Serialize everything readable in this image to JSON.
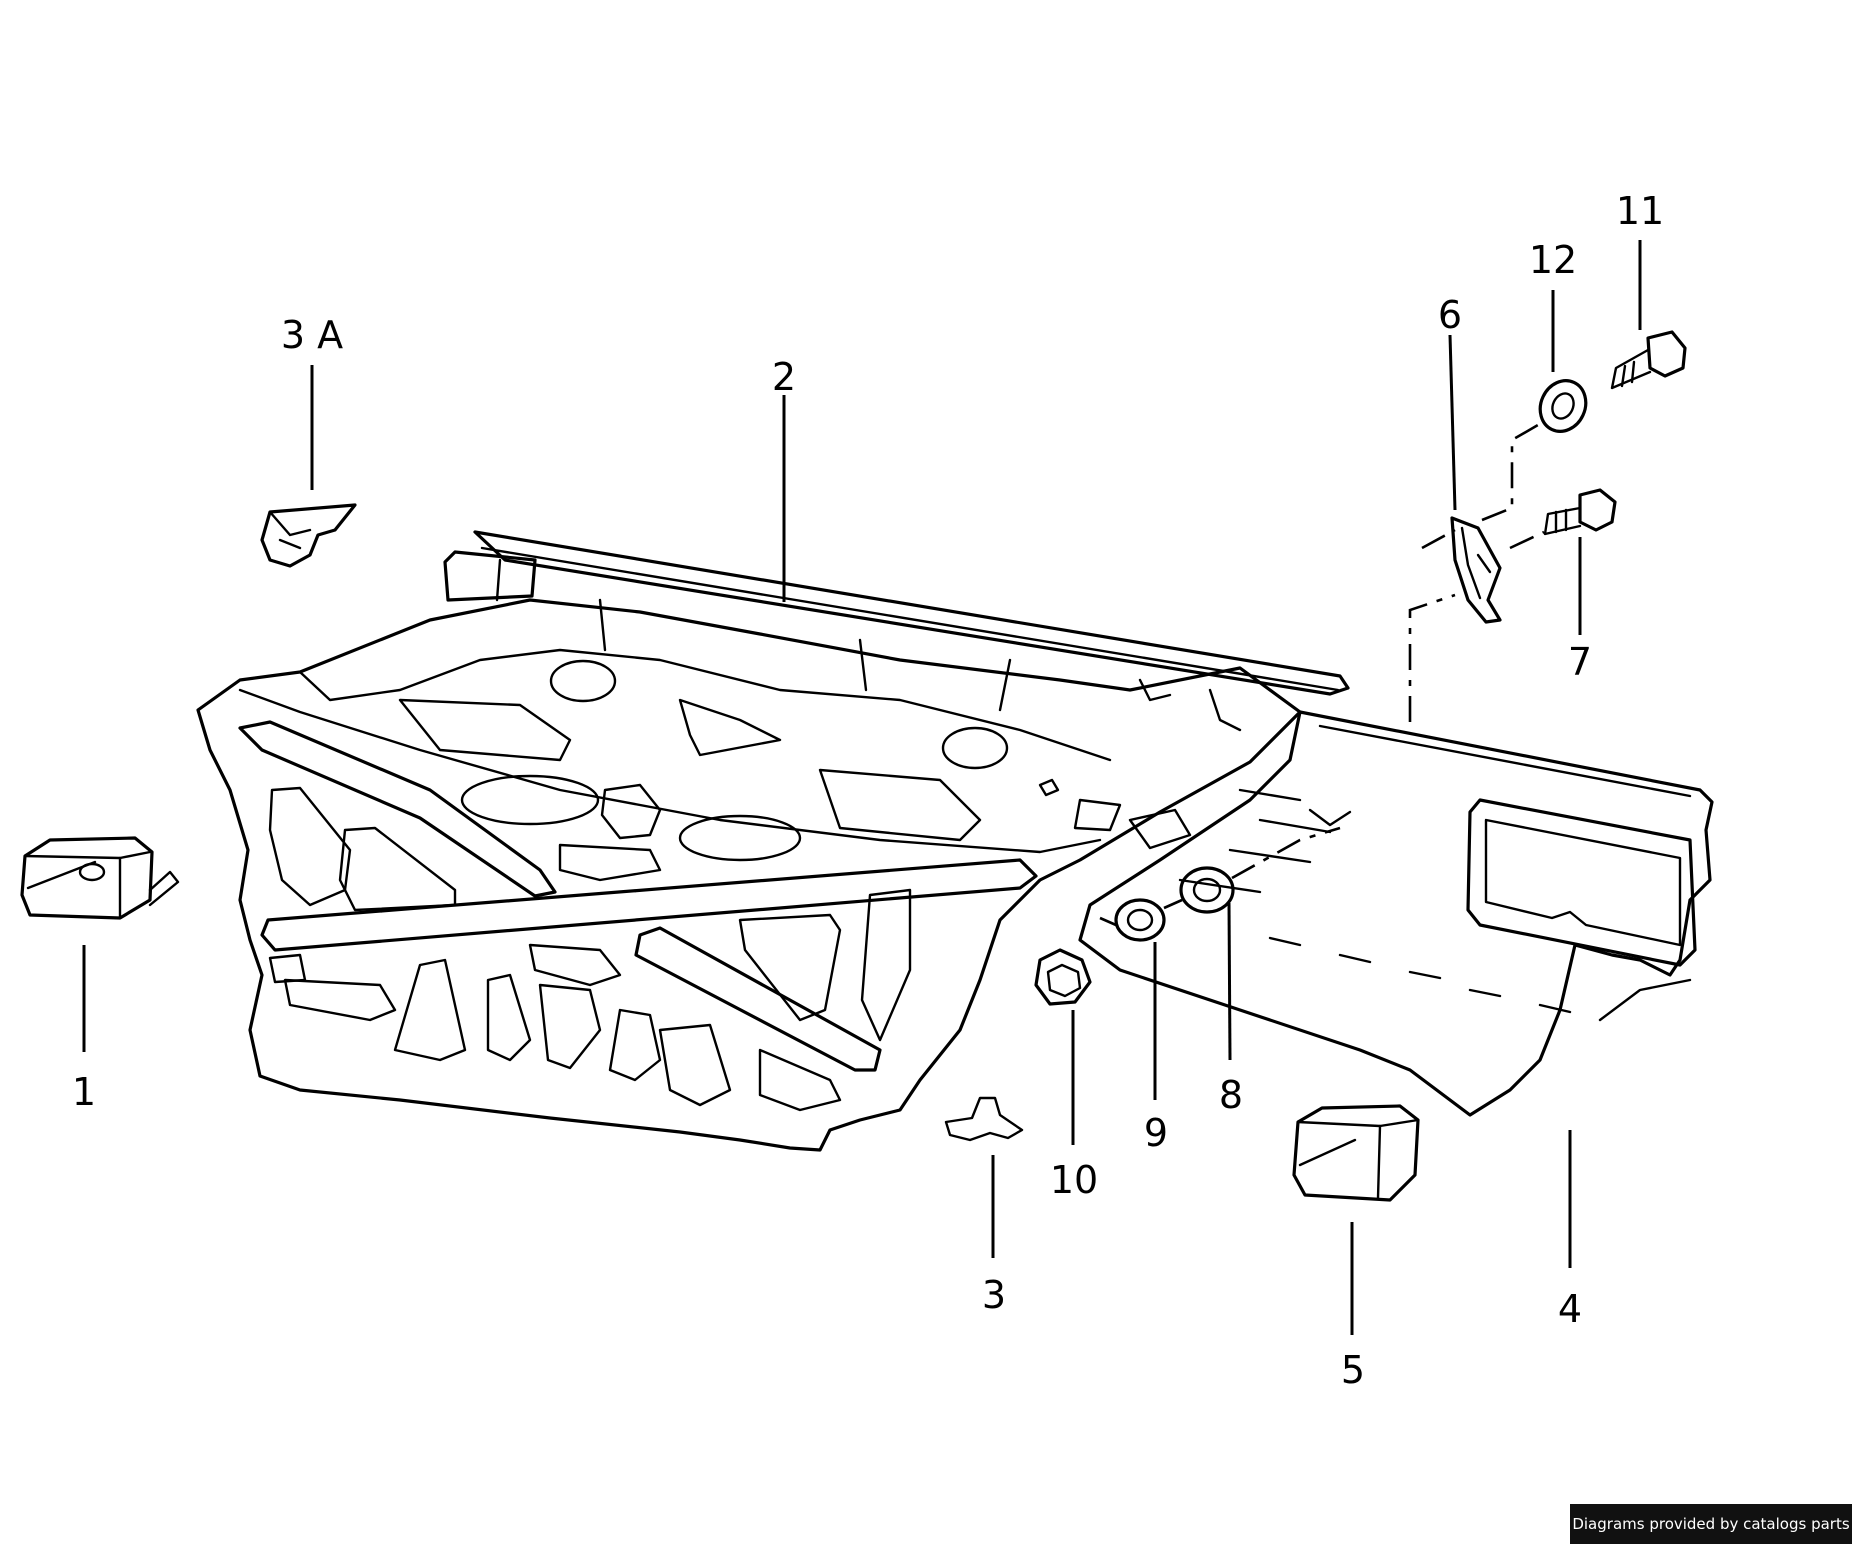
{
  "parts": [
    {
      "id": "p1",
      "label": "1",
      "name": "Left mounting block"
    },
    {
      "id": "p2",
      "label": "2",
      "name": "Rear floor panel"
    },
    {
      "id": "p3",
      "label": "3",
      "name": "Clip"
    },
    {
      "id": "p3a",
      "label": "3 A",
      "name": "Bracket clip"
    },
    {
      "id": "p4",
      "label": "4",
      "name": "Rear cross panel"
    },
    {
      "id": "p5",
      "label": "5",
      "name": "Right mounting block"
    },
    {
      "id": "p6",
      "label": "6",
      "name": "Mounting bracket"
    },
    {
      "id": "p7",
      "label": "7",
      "name": "Bolt"
    },
    {
      "id": "p8",
      "label": "8",
      "name": "Washer large"
    },
    {
      "id": "p9",
      "label": "9",
      "name": "Washer"
    },
    {
      "id": "p10",
      "label": "10",
      "name": "Hex nut"
    },
    {
      "id": "p11",
      "label": "11",
      "name": "Shoulder bolt"
    },
    {
      "id": "p12",
      "label": "12",
      "name": "Washer small"
    }
  ],
  "credit": "Diagrams provided by catalogs parts"
}
